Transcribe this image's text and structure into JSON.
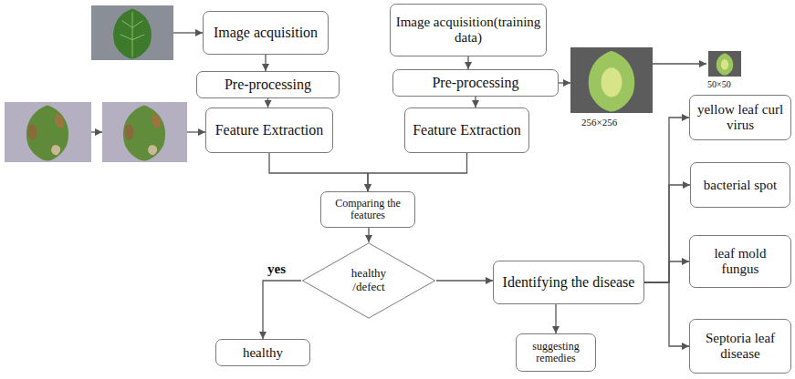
{
  "diagram": {
    "nodes": [
      {
        "text": [
          "Image acquisition"
        ]
      },
      {
        "text": [
          "Image acquisition(training data)"
        ]
      },
      {
        "text": [
          "Pre-processing"
        ]
      },
      {
        "text": [
          "Pre-processing"
        ]
      },
      {
        "text": [
          "Feature Extraction"
        ]
      },
      {
        "text": [
          "Feature Extraction"
        ]
      },
      {
        "text": [
          "Comparing the features"
        ]
      },
      {
        "text": [
          "healthy /defect"
        ]
      },
      {
        "text": [
          "Identifying the disease"
        ]
      },
      {
        "text": [
          "healthy"
        ]
      },
      {
        "text": [
          "suggesting remedies"
        ]
      },
      {
        "text": [
          "yellow leaf curl virus"
        ]
      },
      {
        "text": [
          "bacterial spot"
        ]
      },
      {
        "text": [
          "leaf mold fungus"
        ]
      },
      {
        "text": [
          "Septoria leaf disease"
        ]
      }
    ],
    "edges": [
      {
        "from": 0,
        "to": 2,
        "arrow": "to"
      },
      {
        "from": 2,
        "to": 4,
        "arrow": "to"
      },
      {
        "from": 1,
        "to": 3,
        "arrow": "to"
      },
      {
        "from": 3,
        "to": 5,
        "arrow": "to"
      },
      {
        "from": 4,
        "to": 6,
        "arrow": "to"
      },
      {
        "from": 5,
        "to": 6,
        "arrow": "to"
      },
      {
        "from": 6,
        "to": 7,
        "arrow": "to"
      },
      {
        "from": 7,
        "to": 9,
        "label": "yes",
        "arrow": "to"
      },
      {
        "from": 7,
        "to": 8,
        "arrow": "to"
      },
      {
        "from": 8,
        "to": 10,
        "arrow": "to"
      },
      {
        "from": 8,
        "to": 11,
        "arrow": "to"
      },
      {
        "from": 8,
        "to": 12,
        "arrow": "to"
      },
      {
        "from": 8,
        "to": 13,
        "arrow": "to"
      },
      {
        "from": 8,
        "to": 14,
        "arrow": "to"
      }
    ],
    "labels": [
      "256×256",
      "50×50"
    ]
  }
}
